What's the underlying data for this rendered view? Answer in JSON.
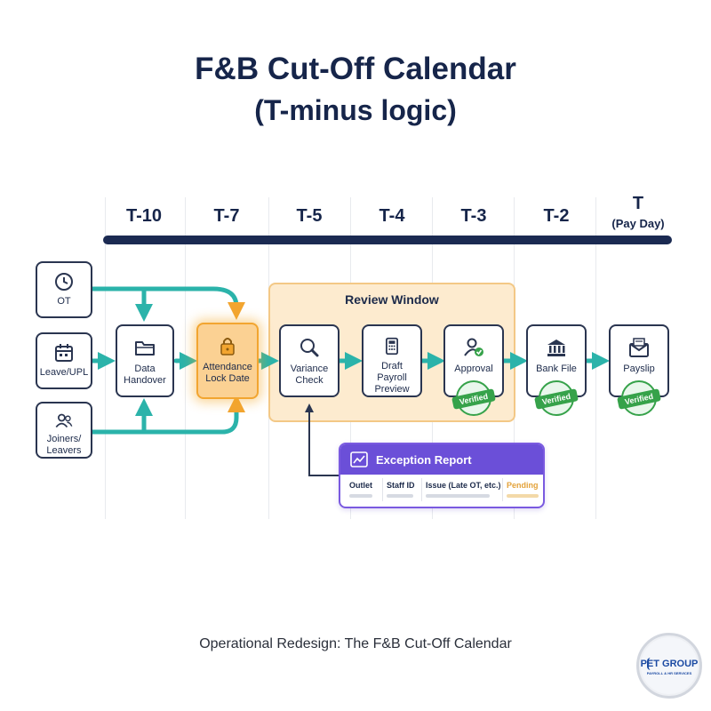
{
  "title": {
    "line1": "F&B Cut-Off Calendar",
    "line2": "(T-minus logic)"
  },
  "timeline": {
    "ticks": [
      {
        "label": "T-10"
      },
      {
        "label": "T-7"
      },
      {
        "label": "T-5"
      },
      {
        "label": "T-4"
      },
      {
        "label": "T-3"
      },
      {
        "label": "T-2"
      },
      {
        "label": "T",
        "sub": "(Pay Day)"
      }
    ]
  },
  "review_window": {
    "label": "Review Window"
  },
  "inputs": [
    {
      "label": "OT",
      "icon": "clock-icon"
    },
    {
      "label": "Leave/UPL",
      "icon": "calendar-icon"
    },
    {
      "label": "Joiners/ Leavers",
      "icon": "people-icon"
    }
  ],
  "steps": [
    {
      "label": "Data Handover",
      "icon": "folder-icon"
    },
    {
      "label": "Attendance Lock Date",
      "icon": "lock-icon"
    },
    {
      "label": "Variance Check",
      "icon": "magnifier-icon"
    },
    {
      "label": "Draft Payroll Preview",
      "icon": "calculator-icon"
    },
    {
      "label": "Approval",
      "icon": "user-check-icon",
      "badge": "Verified"
    },
    {
      "label": "Bank File",
      "icon": "bank-icon",
      "badge": "Verified"
    },
    {
      "label": "Payslip",
      "icon": "envelope-icon",
      "badge": "Verified"
    }
  ],
  "exception_report": {
    "title": "Exception Report",
    "icon": "chart-icon",
    "columns": [
      "Outlet",
      "Staff ID",
      "Issue (Late OT, etc.)",
      "Pending"
    ]
  },
  "colors": {
    "navy": "#1b2a52",
    "teal": "#2bb3aa",
    "orange": "#f2a530",
    "purple": "#6b4fd8",
    "green": "#36a24a"
  },
  "caption": "Operational Redesign: The F&B Cut-Off Calendar",
  "logo": {
    "name": "PET GROUP",
    "subtitle": "PAYROLL & HR SERVICES"
  }
}
